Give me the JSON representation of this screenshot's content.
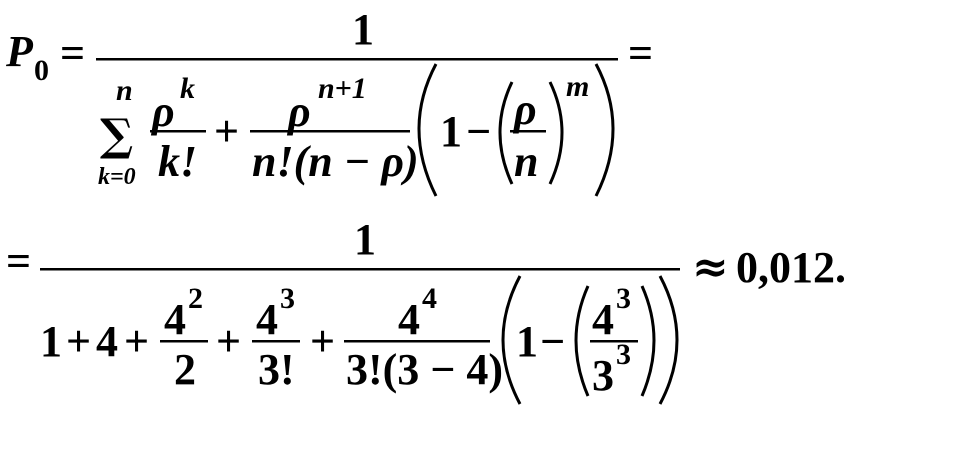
{
  "formula": {
    "line1": {
      "lhs_symbol": "P",
      "lhs_subscript": "0",
      "equals": "=",
      "numerator": "1",
      "sum_symbol": "∑",
      "sum_upper": "n",
      "sum_lower": "k=0",
      "term1_num_base": "ρ",
      "term1_num_exp": "k",
      "term1_den": "k!",
      "plus": "+",
      "term2_num_base": "ρ",
      "term2_num_exp": "n+1",
      "term2_den": "n!(n − ρ)",
      "factor_one": "1",
      "minus": "−",
      "inner_num": "ρ",
      "inner_den": "n",
      "inner_exp": "m",
      "trailing_equals": "="
    },
    "line2": {
      "leading_equals": "=",
      "numerator": "1",
      "denominator_terms": {
        "t1": "1",
        "plus1": "+",
        "t2": "4",
        "plus2": "+",
        "t3_num_base": "4",
        "t3_num_exp": "2",
        "t3_den": "2",
        "plus3": "+",
        "t4_num_base": "4",
        "t4_num_exp": "3",
        "t4_den": "3!",
        "plus4": "+",
        "t5_num_base": "4",
        "t5_num_exp": "4",
        "t5_den": "3!(3 − 4)",
        "factor_one": "1",
        "minus": "−",
        "inner_num_base": "4",
        "inner_num_exp": "3",
        "inner_den_base": "3",
        "inner_den_exp": "3"
      },
      "approx": "≈",
      "result": "0,012."
    }
  }
}
